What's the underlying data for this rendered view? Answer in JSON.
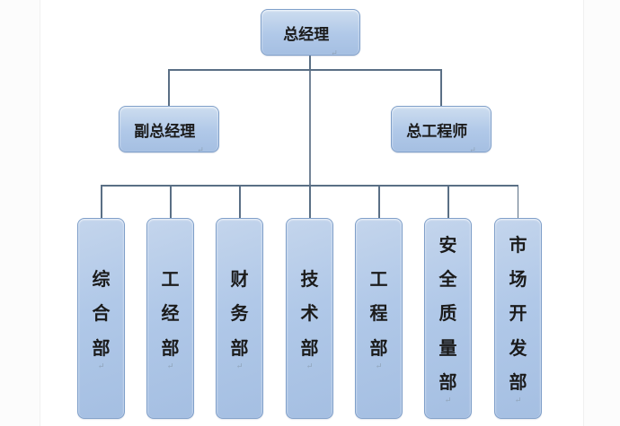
{
  "org_chart": {
    "root": {
      "label": "总经理"
    },
    "managers": [
      {
        "label": "副总经理"
      },
      {
        "label": "总工程师"
      }
    ],
    "departments": [
      {
        "label": "综合部"
      },
      {
        "label": "工经部"
      },
      {
        "label": "财务部"
      },
      {
        "label": "技术部"
      },
      {
        "label": "工程部"
      },
      {
        "label": "安全质量部"
      },
      {
        "label": "市场开发部"
      }
    ],
    "paragraph_mark": "↵",
    "colors": {
      "box_fill_light": "#cdddef",
      "box_fill": "#b0c8e8",
      "box_border": "#7f9fc9",
      "connector": "#5a6f85",
      "text": "#1b1b1b"
    }
  }
}
